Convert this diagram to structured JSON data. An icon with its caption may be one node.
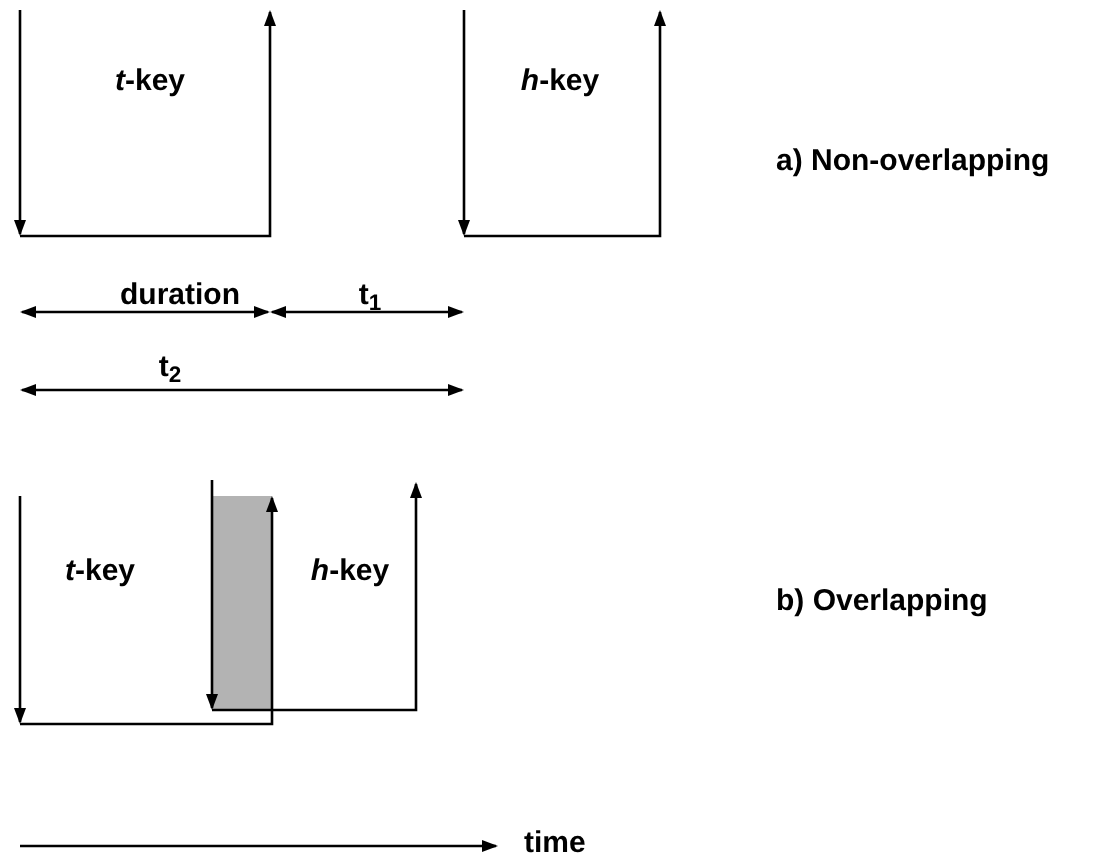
{
  "diagram": {
    "labels": [
      "*t*-key",
      "*h*-key",
      "a) Non-overlapping",
      "duration",
      "t$_{1}$",
      "t$_{2}$",
      "*t*-key",
      "*h*-key",
      "b) Overlapping",
      "time"
    ]
  }
}
